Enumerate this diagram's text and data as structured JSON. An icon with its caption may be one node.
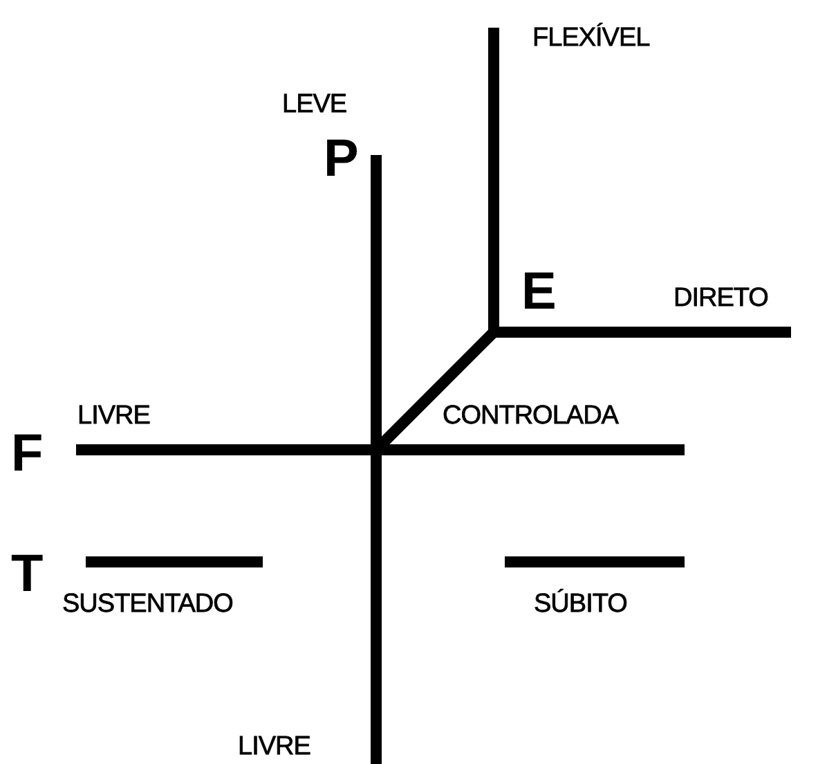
{
  "diagram": {
    "labels": [
      "FLEXÍVEL",
      "LEVE",
      "P",
      "E",
      "DIRETO",
      "LIVRE",
      "CONTROLADA",
      "F",
      "T",
      "SUSTENTADO",
      "SÚBITO",
      "LIVRE"
    ]
  }
}
